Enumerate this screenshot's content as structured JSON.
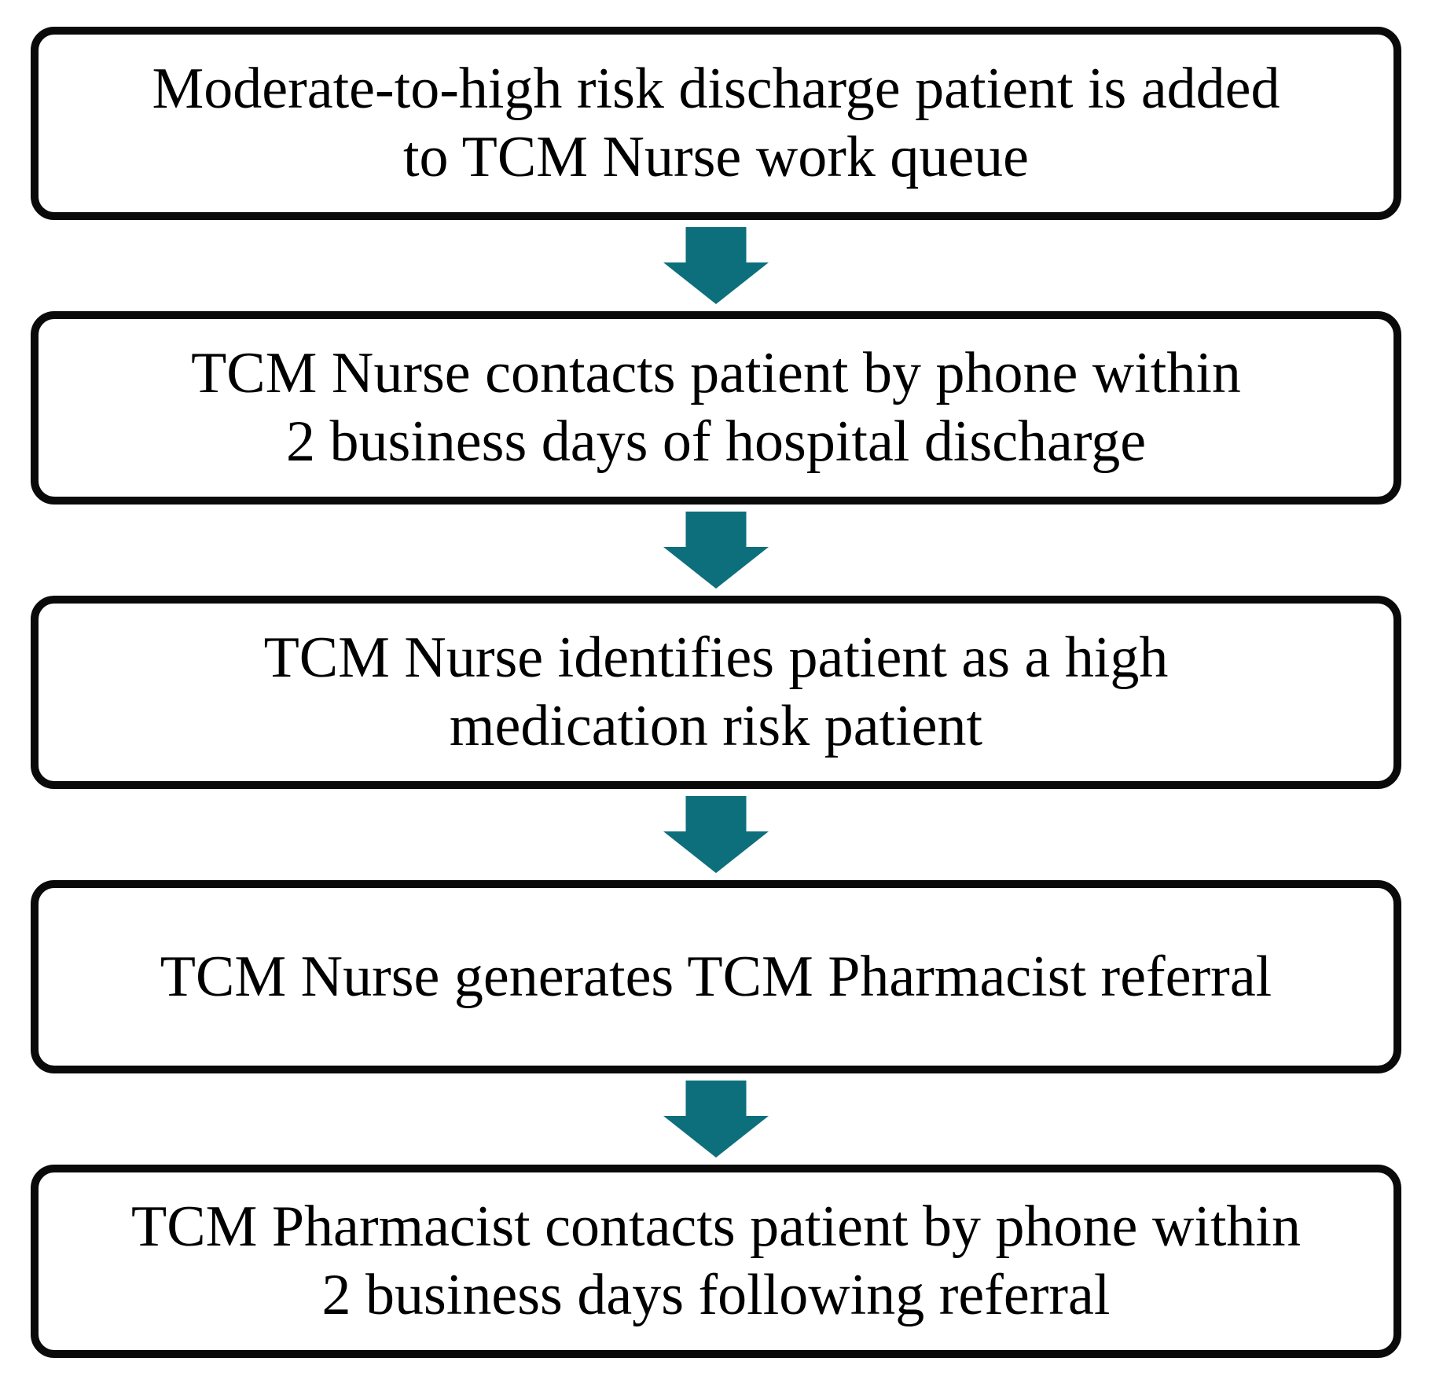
{
  "diagram": {
    "type": "flowchart",
    "orientation": "vertical",
    "colors": {
      "background": "#ffffff",
      "box_fill": "#ffffff",
      "box_border": "#0a0a0a",
      "text": "#000000",
      "arrow": "#0e6f7c"
    },
    "steps": [
      {
        "order": "1",
        "text": "Moderate-to-high risk discharge patient is added\nto TCM Nurse work queue"
      },
      {
        "order": "2",
        "text": "TCM Nurse contacts patient by phone within\n2 business days of hospital discharge"
      },
      {
        "order": "3",
        "text": "TCM Nurse identifies patient as a high\nmedication risk patient"
      },
      {
        "order": "4",
        "text": "TCM Nurse generates TCM Pharmacist referral"
      },
      {
        "order": "5",
        "text": "TCM Pharmacist contacts patient by phone within\n2 business days following referral"
      }
    ],
    "connector": {
      "icon": "down-block-arrow",
      "count": "4"
    }
  }
}
